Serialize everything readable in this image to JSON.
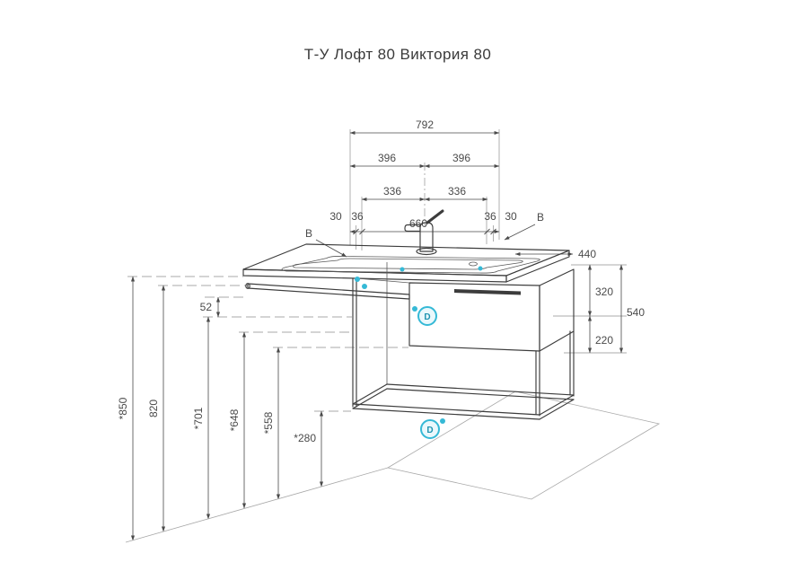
{
  "title": "Т-У Лофт 80 Виктория 80",
  "dims": {
    "width_total": "792",
    "width_half_left": "396",
    "width_half_right": "396",
    "width_336_left": "336",
    "width_336_right": "336",
    "edge_30_left": "30",
    "edge_36_left": "36",
    "width_inner": "660",
    "edge_36_right": "36",
    "edge_30_right": "30",
    "depth": "440",
    "height_upper": "320",
    "height_total": "540",
    "height_lower": "220",
    "floor_850": "*850",
    "floor_820": "820",
    "floor_701": "*701",
    "floor_648": "*648",
    "floor_558": "*558",
    "floor_280": "*280",
    "gap_52": "52"
  },
  "labels": {
    "section_left": "B",
    "section_right": "B",
    "callout_1": "D",
    "callout_2": "D"
  },
  "colors": {
    "line": "#3c3c3c",
    "dimension": "#4a4a4a",
    "accent": "#35b9d6"
  }
}
